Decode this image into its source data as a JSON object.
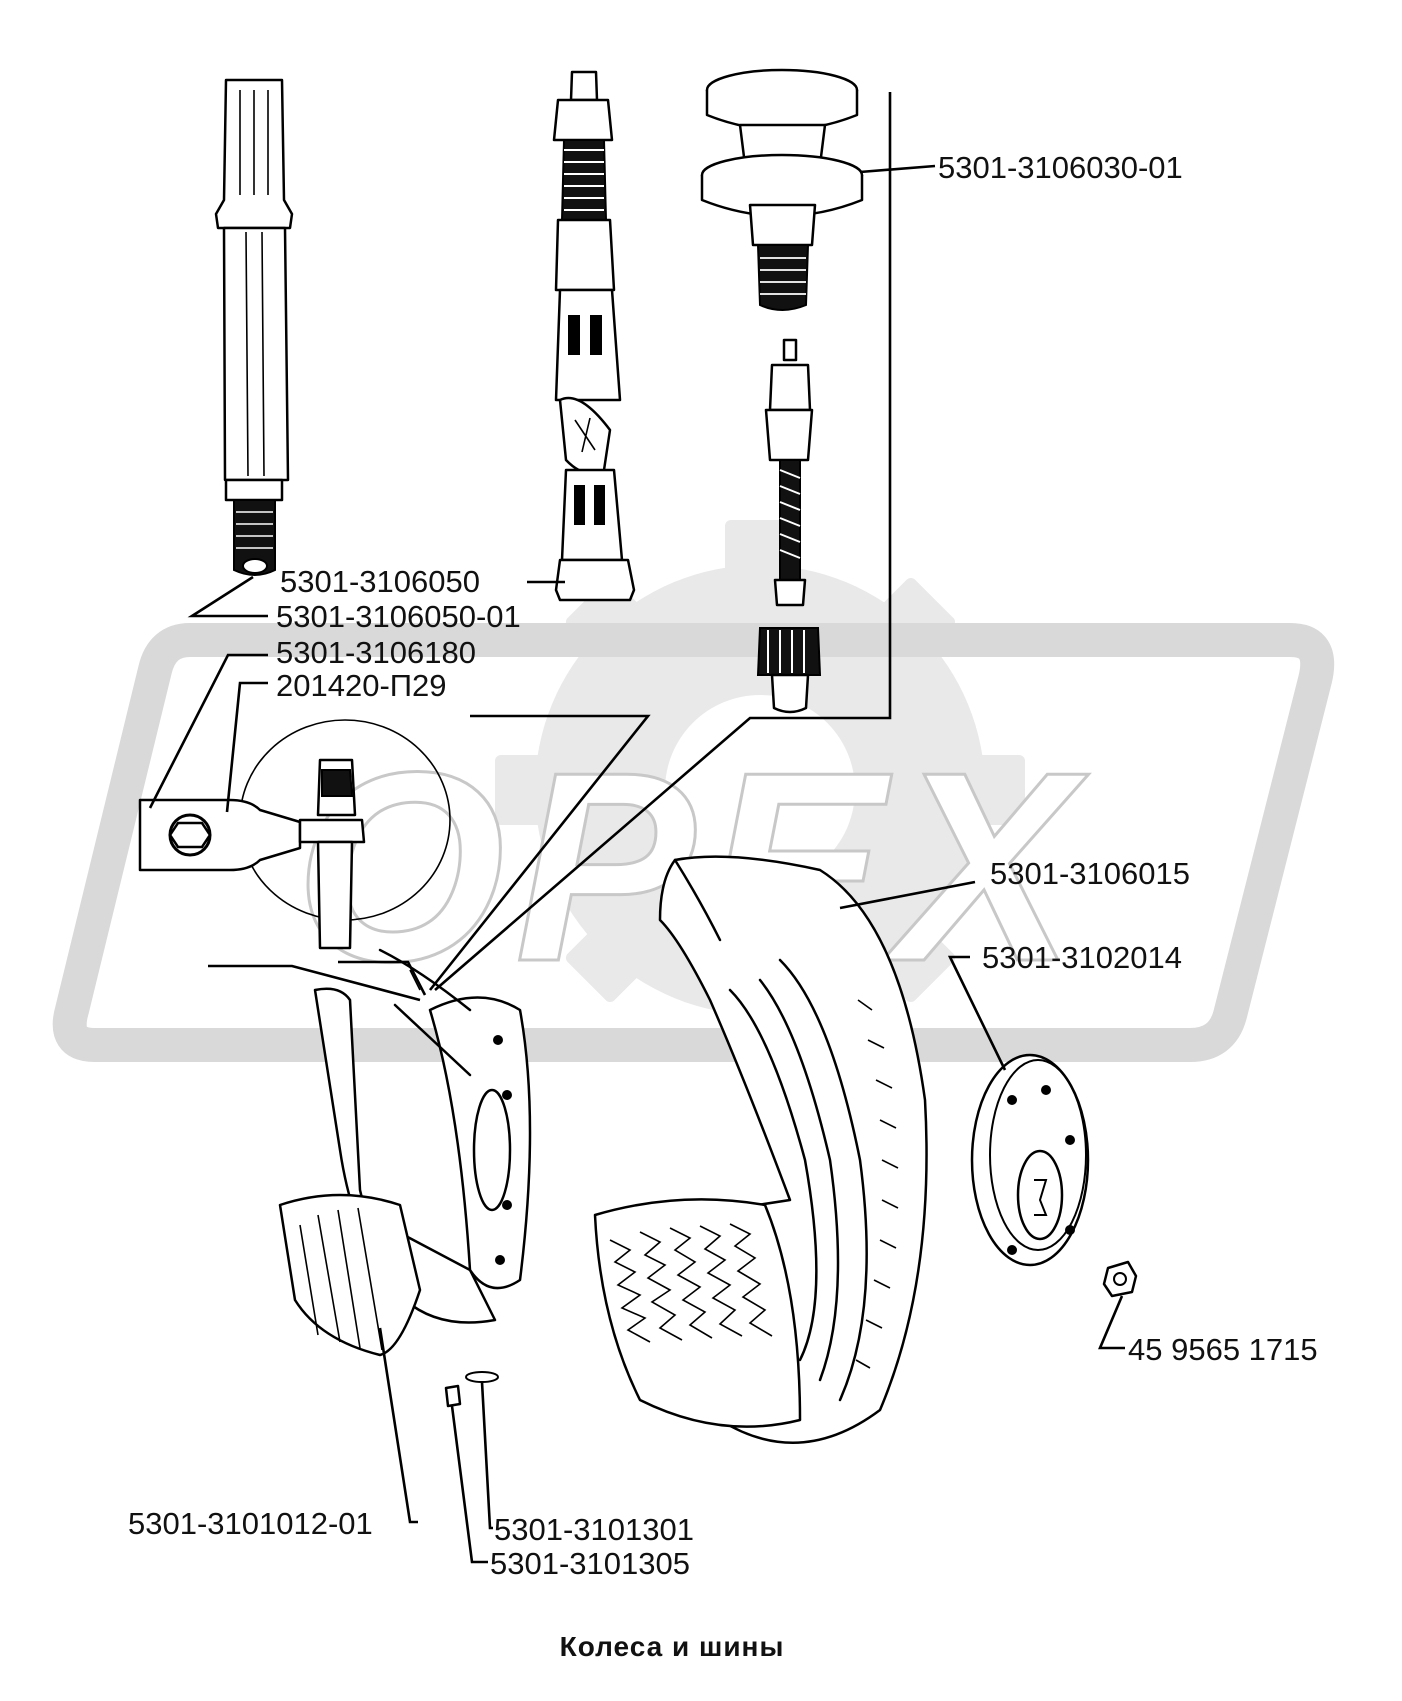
{
  "title": "Колеса и шины",
  "watermark": {
    "text": "OPEX",
    "color": "#d6d6d6"
  },
  "labels": [
    "5301-3106030-01",
    "5301-3106050",
    "5301-3106050-01",
    "5301-3106180",
    "201420-П29",
    "5301-3106015",
    "5301-3102014",
    "45 9565 1715",
    "5301-3101012-01",
    "5301-3101301",
    "5301-3101305"
  ],
  "parts": [
    {
      "name": "valve-extension-tube"
    },
    {
      "name": "valve-stem-long"
    },
    {
      "name": "valve-base"
    },
    {
      "name": "valve-core"
    },
    {
      "name": "valve-cap"
    },
    {
      "name": "valve-clamp-bracket"
    },
    {
      "name": "wheel-rim"
    },
    {
      "name": "tire"
    },
    {
      "name": "hub-cap"
    },
    {
      "name": "hub-cap-nut"
    },
    {
      "name": "rim-bolt"
    },
    {
      "name": "rim-washer"
    }
  ]
}
